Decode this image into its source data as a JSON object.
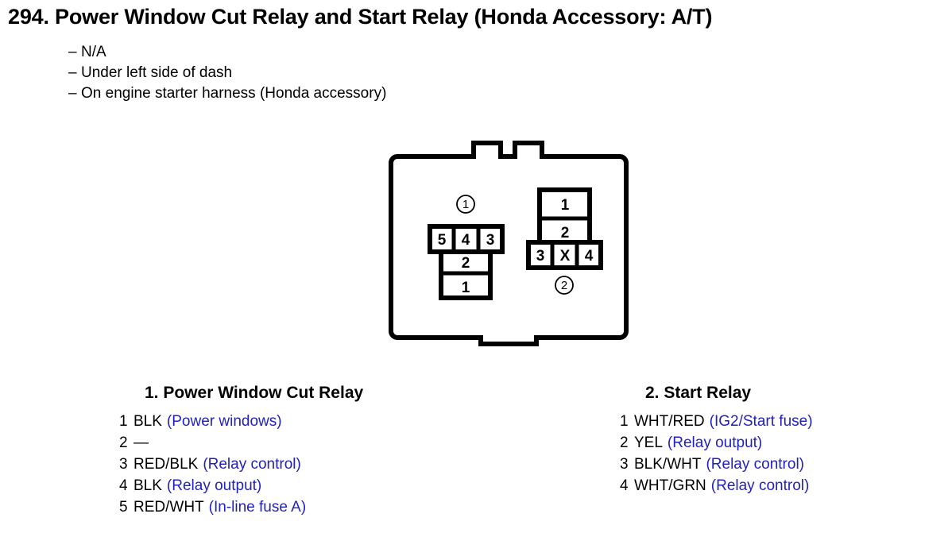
{
  "title": "294. Power Window Cut Relay and Start Relay (Honda Accessory: A/T)",
  "notes": [
    {
      "dash": "–",
      "text": "N/A"
    },
    {
      "dash": "–",
      "text": "Under left side of dash"
    },
    {
      "dash": "–",
      "text": "On engine starter harness (Honda accessory)"
    }
  ],
  "colors": {
    "text": "#000000",
    "description": "#2222bb",
    "outline": "#000000",
    "background": "#ffffff"
  },
  "diagram": {
    "marker_1": "1",
    "marker_2": "2",
    "connector_1": {
      "top_row": [
        "5",
        "4",
        "3"
      ],
      "stack": [
        "2",
        "1"
      ]
    },
    "connector_2": {
      "stack": [
        "1",
        "2"
      ],
      "bottom_row": [
        "3",
        "X",
        "4"
      ]
    }
  },
  "legend": {
    "left": {
      "heading": "1. Power Window Cut Relay",
      "rows": [
        {
          "pin": "1",
          "wire": "BLK",
          "desc": "(Power windows)"
        },
        {
          "pin": "2",
          "wire": "—",
          "desc": ""
        },
        {
          "pin": "3",
          "wire": "RED/BLK",
          "desc": "(Relay control)"
        },
        {
          "pin": "4",
          "wire": "BLK",
          "desc": "(Relay output)"
        },
        {
          "pin": "5",
          "wire": "RED/WHT",
          "desc": "(In-line fuse A)"
        }
      ]
    },
    "right": {
      "heading": "2. Start Relay",
      "rows": [
        {
          "pin": "1",
          "wire": "WHT/RED",
          "desc": "(IG2/Start fuse)"
        },
        {
          "pin": "2",
          "wire": "YEL",
          "desc": "(Relay output)"
        },
        {
          "pin": "3",
          "wire": "BLK/WHT",
          "desc": "(Relay control)"
        },
        {
          "pin": "4",
          "wire": "WHT/GRN",
          "desc": "(Relay control)"
        }
      ]
    }
  }
}
